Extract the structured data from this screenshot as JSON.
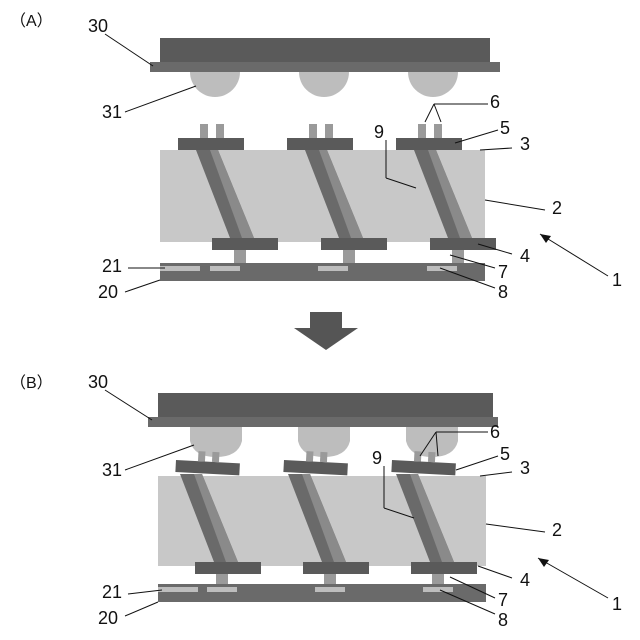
{
  "panels": [
    {
      "title": "（A）",
      "labels": {
        "l30": "30",
        "l31": "31",
        "l6": "6",
        "l5": "5",
        "l3": "3",
        "l9": "9",
        "l2": "2",
        "l4": "4",
        "l7": "7",
        "l8": "8",
        "l21": "21",
        "l20": "20",
        "l1": "1"
      }
    },
    {
      "title": "（B）",
      "labels": {
        "l30": "30",
        "l31": "31",
        "l6": "6",
        "l5": "5",
        "l3": "3",
        "l9": "9",
        "l2": "2",
        "l4": "4",
        "l7": "7",
        "l8": "8",
        "l21": "21",
        "l20": "20",
        "l1": "1"
      }
    }
  ],
  "colors": {
    "dark": "#5a5a5a",
    "medium": "#7a7a7a",
    "light": "#c8c8c8",
    "bump": "#bdbdbd",
    "substrate": "#6a6a6a",
    "arrow": "#555555",
    "outline": "#111111"
  },
  "state": [
    "separated",
    "bonded"
  ]
}
